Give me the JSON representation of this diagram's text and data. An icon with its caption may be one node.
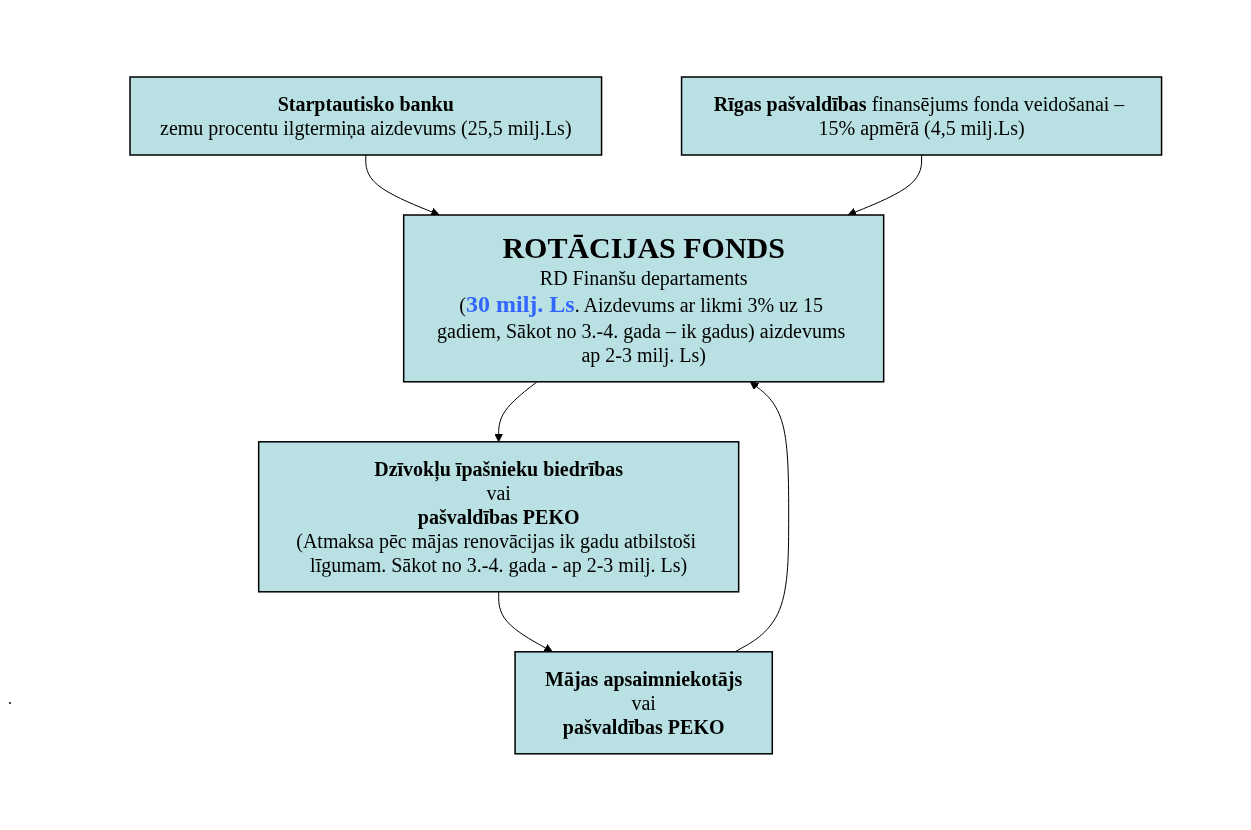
{
  "diagram": {
    "nodes": [
      {
        "text": [
          "Starptautisko banku",
          "zemu procentu ilgtermiņa aizdevums (25,5 milj.Ls)"
        ]
      },
      {
        "text": [
          "**Rīgas pašvaldības** finansējums fonda veidošanai – 15% apmērā (4,5 milj.Ls)"
        ]
      },
      {
        "text": [
          "ROTĀCIJAS FONDS",
          "RD Finanšu departaments",
          "(**30 milj. Ls**. Aizdevums ar likmi 3% uz 15 gadiem, Sākot no 3.-4. gada – ik gadus) aizdevums ap 2-3 milj. Ls)"
        ]
      },
      {
        "text": [
          "Dzīvokļu īpašnieku biedrības",
          "vai",
          "pašvaldības PEKO",
          "(Atmaksa pēc mājas renovācijas ik gadu atbilstoši līgumam. Sākot no 3.-4. gada - ap 2-3 milj. Ls)"
        ]
      },
      {
        "text": [
          "Mājas apsaimniekotājs",
          "vai",
          "pašvaldības PEKO"
        ]
      }
    ],
    "edges": [
      {
        "from": 0,
        "to": 2,
        "arrow": "to"
      },
      {
        "from": 1,
        "to": 2,
        "arrow": "to"
      },
      {
        "from": 2,
        "to": 3,
        "arrow": "to"
      },
      {
        "from": 3,
        "to": 4,
        "arrow": "to"
      },
      {
        "from": 4,
        "to": 2,
        "arrow": "to"
      }
    ],
    "labels": [
      "."
    ]
  }
}
